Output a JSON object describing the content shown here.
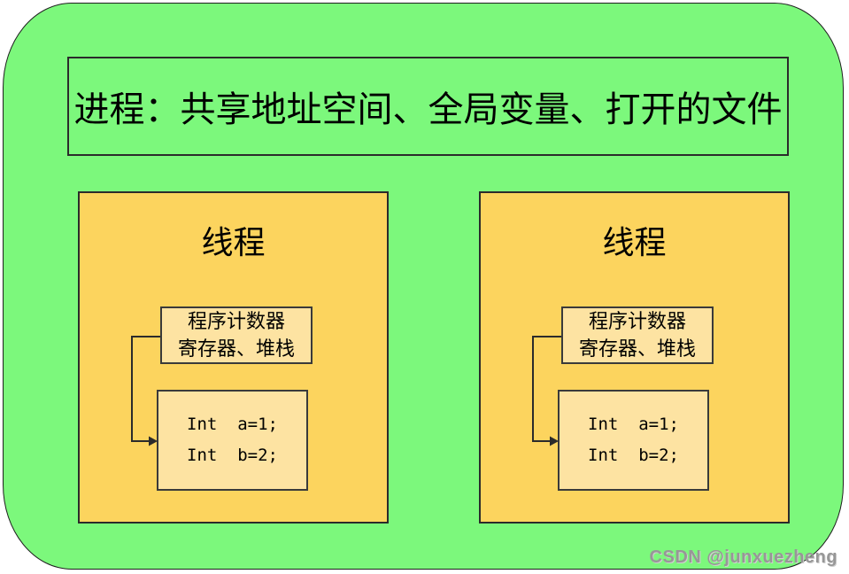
{
  "colors": {
    "process_fill": "#7CF87C",
    "thread_fill": "#FCD45E",
    "inner_box_fill": "#FDE3A2",
    "border": "#2b2b2b",
    "watermark_gray": "#979797",
    "page_background": "#ffffff"
  },
  "process": {
    "title": "进程：共享地址空间、全局变量、打开的文件"
  },
  "threads": [
    {
      "title": "线程",
      "pc_lines": [
        "程序计数器",
        "寄存器、堆栈"
      ],
      "code_lines": [
        "Int  a=1;",
        "Int  b=2;"
      ]
    },
    {
      "title": "线程",
      "pc_lines": [
        "程序计数器",
        "寄存器、堆栈"
      ],
      "code_lines": [
        "Int  a=1;",
        "Int  b=2;"
      ]
    }
  ],
  "watermark": "CSDN @junxuezheng"
}
